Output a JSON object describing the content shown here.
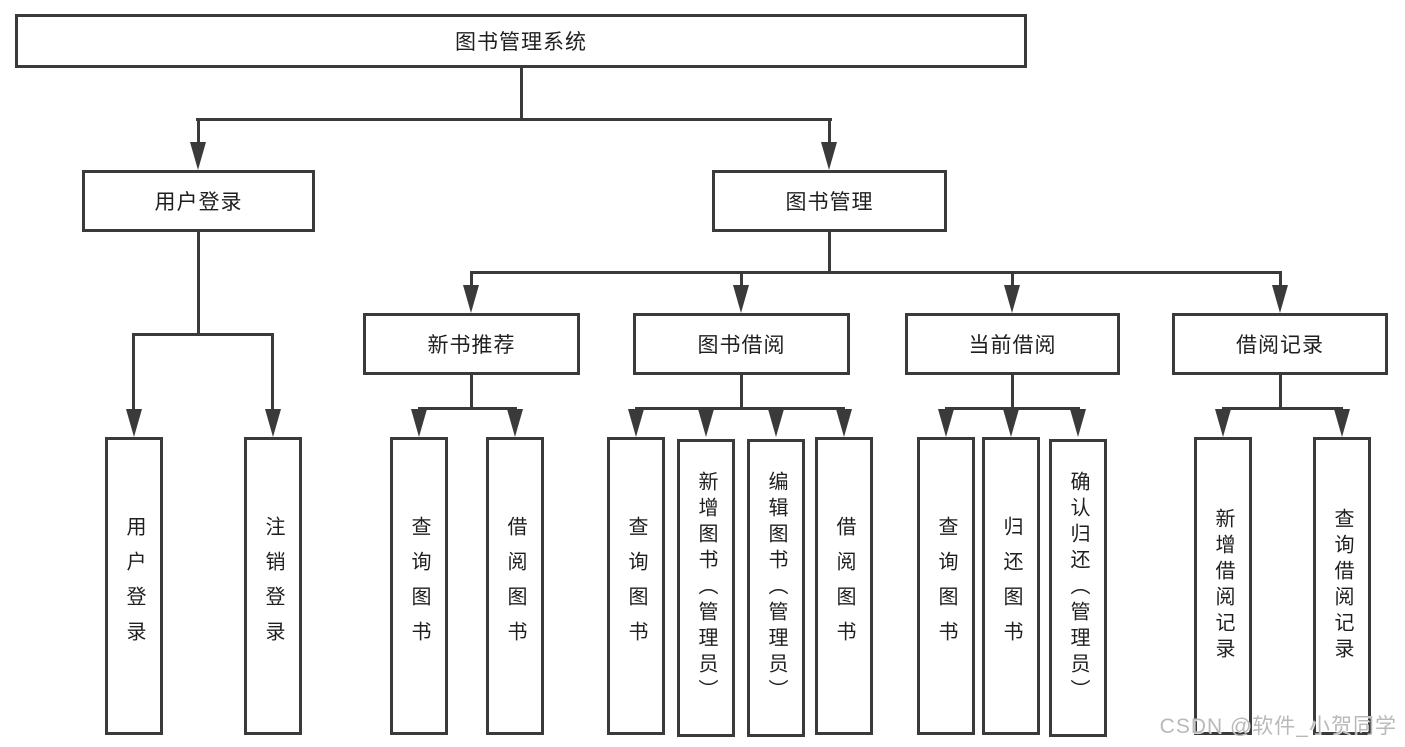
{
  "diagram": {
    "root": {
      "label": "图书管理系统"
    },
    "level2": [
      {
        "label": "用户登录"
      },
      {
        "label": "图书管理"
      }
    ],
    "level3": [
      {
        "label": "新书推荐"
      },
      {
        "label": "图书借阅"
      },
      {
        "label": "当前借阅"
      },
      {
        "label": "借阅记录"
      }
    ],
    "leaves": {
      "user_login": [
        "用户登录",
        "注销登录"
      ],
      "new_book": [
        "查询图书",
        "借阅图书"
      ],
      "book_borrow": [
        "查询图书",
        "新增图书（管理员）",
        "编辑图书（管理员）",
        "借阅图书"
      ],
      "current_borrow": [
        "查询图书",
        "归还图书",
        "确认归还（管理员）"
      ],
      "borrow_records": [
        "新增借阅记录",
        "查询借阅记录"
      ]
    }
  },
  "watermark": "CSDN @软件_小贺同学",
  "colors": {
    "line": "#3a3a3a",
    "text": "#1f1f1f",
    "watermark": "#b9b9b9",
    "background": "#ffffff"
  }
}
